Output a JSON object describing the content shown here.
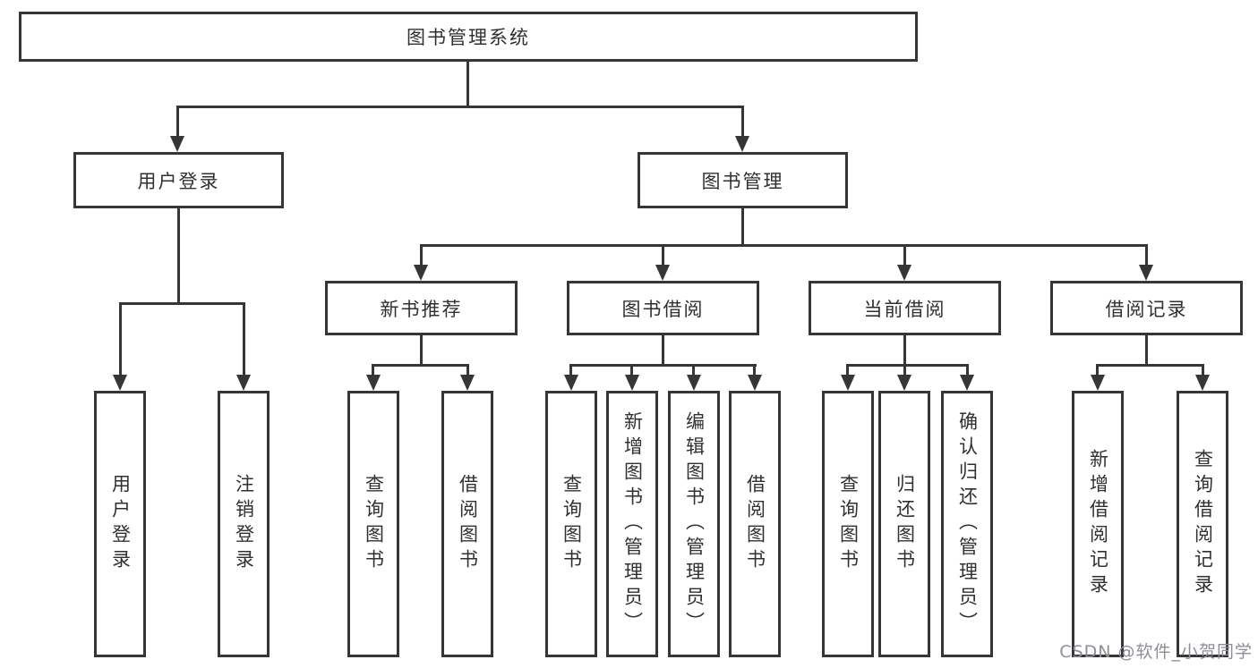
{
  "diagram": {
    "title": "图书管理系统",
    "colors": {
      "line": "#363636",
      "text": "#303030",
      "background": "#ffffff",
      "watermark": "#8e8e96"
    },
    "tree": {
      "label": "图书管理系统",
      "children": [
        {
          "label": "用户登录",
          "children": [
            {
              "label": "用户登录"
            },
            {
              "label": "注销登录"
            }
          ]
        },
        {
          "label": "图书管理",
          "children": [
            {
              "label": "新书推荐",
              "children": [
                {
                  "label": "查询图书"
                },
                {
                  "label": "借阅图书"
                }
              ]
            },
            {
              "label": "图书借阅",
              "children": [
                {
                  "label": "查询图书"
                },
                {
                  "label": "新增图书（管理员）"
                },
                {
                  "label": "编辑图书（管理员）"
                },
                {
                  "label": "借阅图书"
                }
              ]
            },
            {
              "label": "当前借阅",
              "children": [
                {
                  "label": "查询图书"
                },
                {
                  "label": "归还图书"
                },
                {
                  "label": "确认归还（管理员）"
                }
              ]
            },
            {
              "label": "借阅记录",
              "children": [
                {
                  "label": "新增借阅记录"
                },
                {
                  "label": "查询借阅记录"
                }
              ]
            }
          ]
        }
      ]
    },
    "watermark": {
      "text": "CSDN @软件_小贺同学"
    }
  }
}
